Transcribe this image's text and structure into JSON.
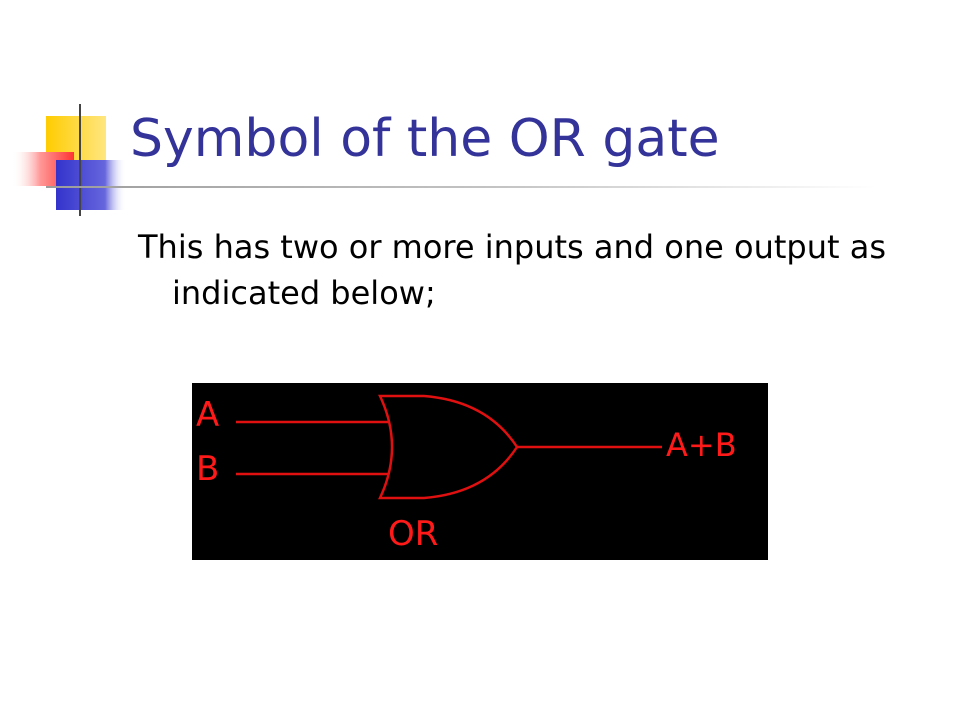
{
  "slide": {
    "title": "Symbol of the OR gate",
    "body": "This has two or more inputs and one output as indicated below;"
  },
  "diagram": {
    "input_a": "A",
    "input_b": "B",
    "output": "A+B",
    "gate_name": "OR"
  },
  "colors": {
    "title": "#333399",
    "diagram_background": "#000000",
    "diagram_lines": "#e01010",
    "decor_yellow": "#ffcc00",
    "decor_blue": "#3333cc",
    "decor_red": "#ff3333"
  }
}
